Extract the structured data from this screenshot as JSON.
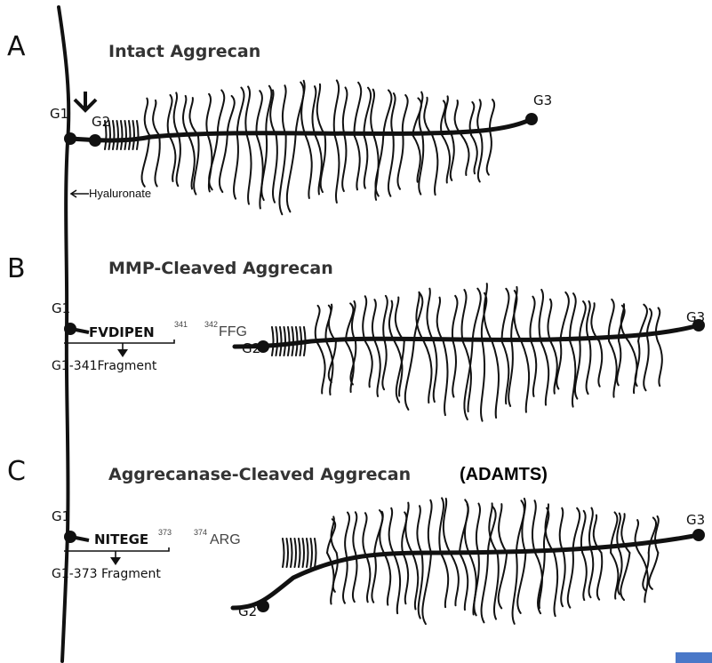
{
  "panels": [
    {
      "letter": "A",
      "title": "Intact Aggrecan",
      "labels": {
        "g1": "G1",
        "g2": "G2",
        "g3": "G3",
        "hyaluronate": "Hyaluronate"
      }
    },
    {
      "letter": "B",
      "title": "MMP-Cleaved Aggrecan",
      "labels": {
        "g1": "G1",
        "g2": "G2",
        "g3": "G3"
      },
      "cleavage": {
        "left_seq": "FVDIPEN",
        "left_sup": "341",
        "right_sup": "342",
        "right_seq": "FFG",
        "fragment": "G1-341Fragment"
      }
    },
    {
      "letter": "C",
      "title": "Aggrecanase-Cleaved Aggrecan",
      "title_suffix": "(ADAMTS)",
      "labels": {
        "g1": "G1",
        "g2": "G2",
        "g3": "G3"
      },
      "cleavage": {
        "left_seq": "NITEGE",
        "left_sup": "373",
        "right_sup": "374",
        "right_seq": "ARG",
        "fragment": "G1-373 Fragment"
      }
    }
  ]
}
